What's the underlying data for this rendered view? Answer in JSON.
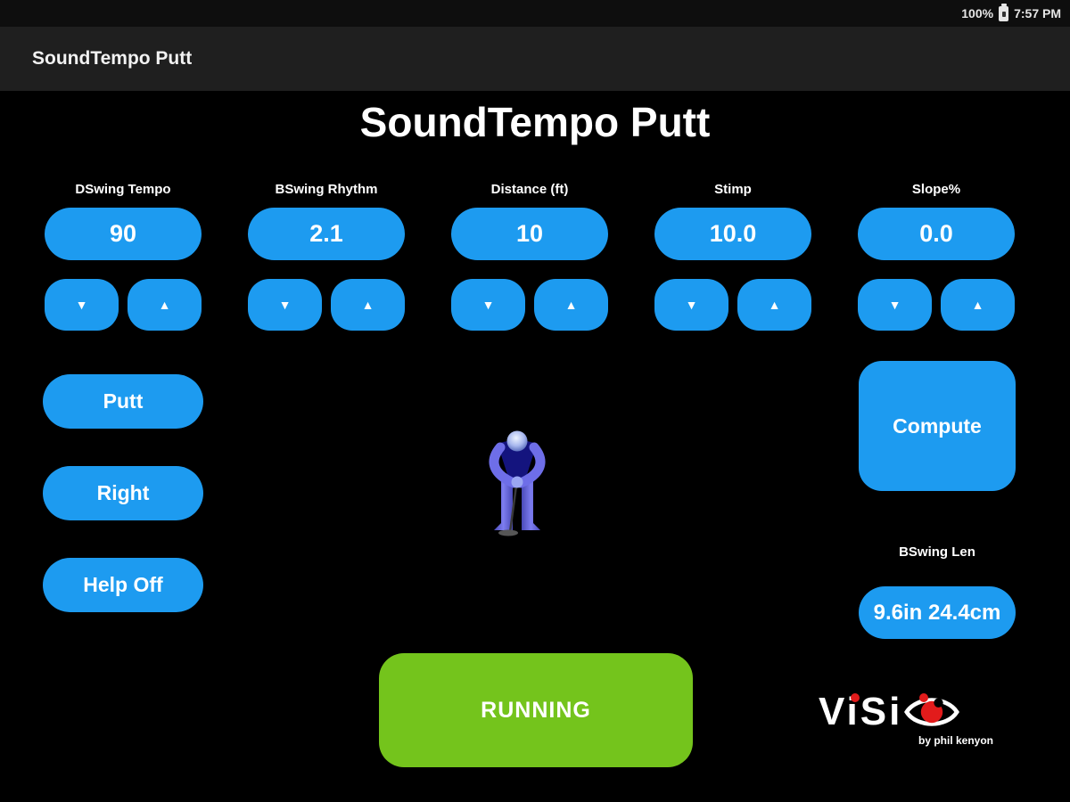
{
  "status_bar": {
    "battery": "100%",
    "time": "7:57 PM"
  },
  "app_bar": {
    "title": "SoundTempo Putt"
  },
  "main": {
    "title": "SoundTempo Putt",
    "spinners": [
      {
        "label": "DSwing Tempo",
        "value": "90"
      },
      {
        "label": "BSwing Rhythm",
        "value": "2.1"
      },
      {
        "label": "Distance (ft)",
        "value": "10"
      },
      {
        "label": "Stimp",
        "value": "10.0"
      },
      {
        "label": "Slope%",
        "value": "0.0"
      }
    ],
    "buttons": {
      "putt": "Putt",
      "right": "Right",
      "help": "Help Off",
      "compute": "Compute",
      "running": "RUNNING"
    },
    "output": {
      "label": "BSwing Len",
      "value": "9.6in 24.4cm"
    }
  },
  "icons": {
    "arrow_down": "▼",
    "arrow_up": "▲"
  },
  "logo": {
    "brand": "ViSi",
    "tagline": "by phil kenyon"
  },
  "colors": {
    "accent_blue": "#1d9bf0",
    "running_green": "#74c41c",
    "logo_red": "#e21b1b",
    "app_bar": "#1f1f1f",
    "background": "#000000"
  }
}
